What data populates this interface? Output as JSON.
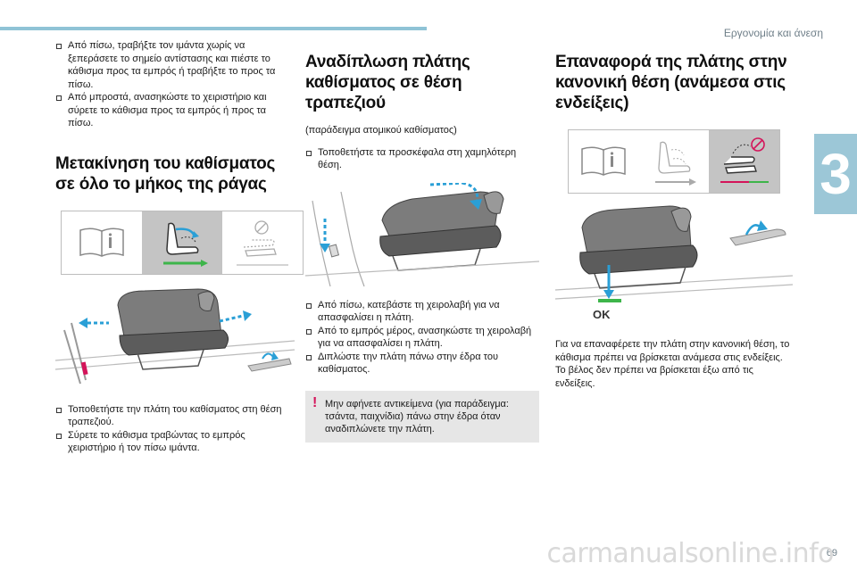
{
  "header": {
    "section_title": "Εργονομία και άνεση",
    "chapter_number": "3",
    "page_number": "69"
  },
  "watermark": "carmanualsonline.info",
  "col1": {
    "top_bullets": [
      "Από πίσω, τραβήξτε τον ιμάντα χωρίς να ξεπεράσετε το σημείο αντίστασης και πιέστε το κάθισμα προς τα εμπρός ή τραβήξτε το προς τα πίσω.",
      "Από μπροστά, ανασηκώστε το χειριστήριο και σύρετε το κάθισμα προς τα εμπρός ή προς τα πίσω."
    ],
    "title": "Μετακίνηση του καθίσματος σε όλο το μήκος της ράγας",
    "bottom_bullets": [
      "Τοποθετήστε την πλάτη του καθίσματος στη θέση τραπεζιού.",
      "Σύρετε το κάθισμα τραβώντας το εμπρός χειριστήριο ή τον πίσω ιμάντα."
    ]
  },
  "col2": {
    "title": "Αναδίπλωση πλάτης καθίσματος σε θέση τραπεζιού",
    "subtitle": "(παράδειγμα ατομικού καθίσματος)",
    "bullets_a": [
      "Τοποθετήστε τα προσκέφαλα στη χαμηλότερη θέση."
    ],
    "bullets_b": [
      "Από πίσω, κατεβάστε τη χειρολαβή για να απασφαλίσει η πλάτη.",
      "Από το εμπρός μέρος, ανασηκώστε τη χειρολαβή για να απασφαλίσει η πλάτη.",
      "Διπλώστε την πλάτη πάνω στην έδρα του καθίσματος."
    ],
    "warning": "Μην αφήνετε αντικείμενα (για παράδειγμα: τσάντα, παιχνίδια) πάνω στην έδρα όταν αναδιπλώνετε την πλάτη."
  },
  "col3": {
    "title": "Επαναφορά της πλάτης στην κανονική θέση (ανάμεσα στις ενδείξεις)",
    "ok_label": "OK",
    "note_lines": [
      "Για να επαναφέρετε την πλάτη στην κανονική θέση, το κάθισμα πρέπει να βρίσκεται ανάμεσα στις ενδείξεις.",
      "Το βέλος δεν πρέπει να βρίσκεται έξω από τις ενδείξεις."
    ]
  },
  "colors": {
    "accent_blue": "#2a9fd6",
    "accent_green": "#3db54a",
    "warning_red": "#d4145a",
    "chapter_tab": "#9cc7d7"
  }
}
